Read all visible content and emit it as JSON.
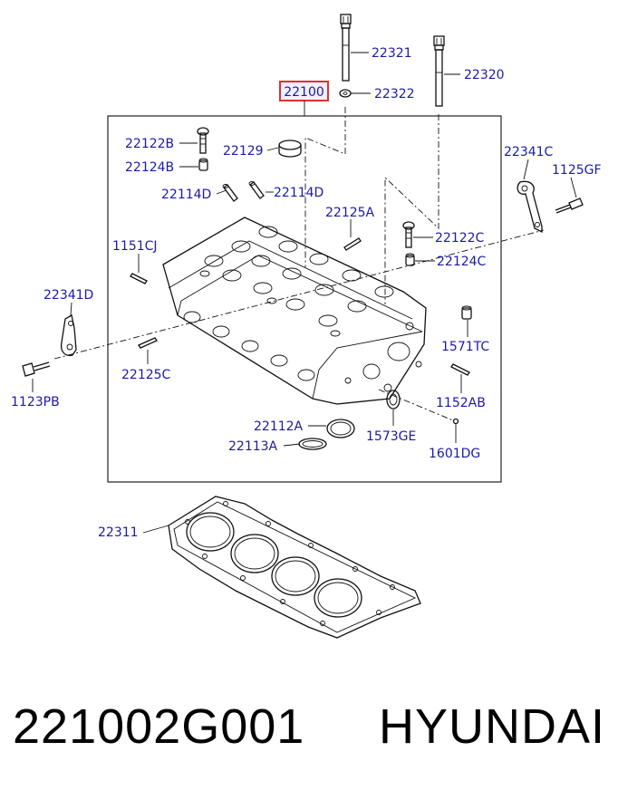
{
  "diagram": {
    "main_part": "22100",
    "callouts": [
      {
        "id": "22321",
        "text": "22321"
      },
      {
        "id": "22320",
        "text": "22320"
      },
      {
        "id": "22322",
        "text": "22322"
      },
      {
        "id": "22122B",
        "text": "22122B"
      },
      {
        "id": "22124B",
        "text": "22124B"
      },
      {
        "id": "22129",
        "text": "22129"
      },
      {
        "id": "22114D-left",
        "text": "22114D"
      },
      {
        "id": "22114D-right",
        "text": "22114D"
      },
      {
        "id": "22125A",
        "text": "22125A"
      },
      {
        "id": "22341C",
        "text": "22341C"
      },
      {
        "id": "1125GF",
        "text": "1125GF"
      },
      {
        "id": "1151CJ",
        "text": "1151CJ"
      },
      {
        "id": "22122C",
        "text": "22122C"
      },
      {
        "id": "22124C",
        "text": "22124C"
      },
      {
        "id": "22341D",
        "text": "22341D"
      },
      {
        "id": "1571TC",
        "text": "1571TC"
      },
      {
        "id": "22125C",
        "text": "22125C"
      },
      {
        "id": "1123PB",
        "text": "1123PB"
      },
      {
        "id": "1152AB",
        "text": "1152AB"
      },
      {
        "id": "22112A",
        "text": "22112A"
      },
      {
        "id": "1573GE",
        "text": "1573GE"
      },
      {
        "id": "22113A",
        "text": "22113A"
      },
      {
        "id": "1601DG",
        "text": "1601DG"
      },
      {
        "id": "22311",
        "text": "22311"
      }
    ]
  },
  "footer": {
    "part_number": "221002G001",
    "brand": "HYUNDAI"
  },
  "colors": {
    "label": "#1a1aa8",
    "highlight_box": "#e03030",
    "line": "#111111"
  }
}
